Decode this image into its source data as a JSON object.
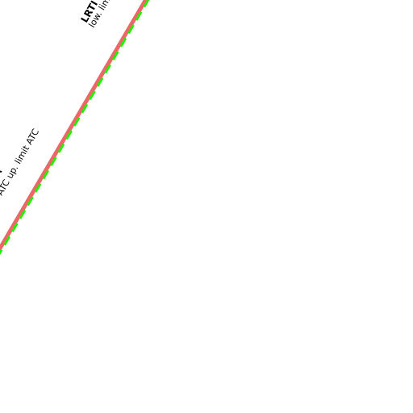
{
  "map": {
    "colors": {
      "background": "#ffffff",
      "route_solid": "#ee6666",
      "route_dashed": "#22ee00",
      "label": "#000000"
    },
    "labels": {
      "top_name": "LRTI",
      "top_limits": "low. lim",
      "left_name": "A",
      "left_limits": "ATC up. limit ATC"
    }
  }
}
